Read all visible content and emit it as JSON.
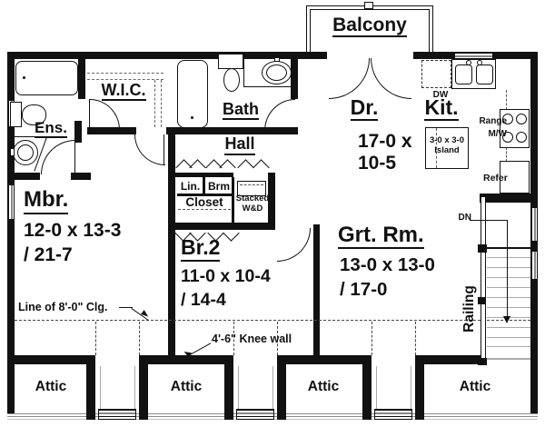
{
  "plan": {
    "rooms": {
      "balcony": {
        "name": "Balcony"
      },
      "wic": {
        "name": "W.I.C."
      },
      "ens": {
        "name": "Ens."
      },
      "bath": {
        "name": "Bath"
      },
      "hall": {
        "name": "Hall"
      },
      "dr": {
        "name": "Dr.",
        "dim_line1": "17-0 x",
        "dim_line2": "10-5"
      },
      "kit": {
        "name": "Kit."
      },
      "mbr": {
        "name": "Mbr.",
        "dim_line1": "12-0 x 13-3",
        "dim_line2": "/ 21-7"
      },
      "br2": {
        "name": "Br.2",
        "dim_line1": "11-0 x 10-4",
        "dim_line2": "/ 14-4"
      },
      "grt_rm": {
        "name": "Grt. Rm.",
        "dim_line1": "13-0 x 13-0",
        "dim_line2": "/ 17-0"
      }
    },
    "attics": [
      "Attic",
      "Attic",
      "Attic",
      "Attic"
    ],
    "closets": {
      "linen": "Lin.",
      "broom": "Brm",
      "closet": "Closet",
      "stacked_wd_line1": "Stacked",
      "stacked_wd_line2": "W&D"
    },
    "kitchen": {
      "dishwasher": "DW",
      "island_dim": "3-0 x 3-0",
      "island": "Island",
      "range": "Range",
      "microwave": "M/W",
      "refrigerator": "Refer"
    },
    "stairs": {
      "down": "DN",
      "railing": "Railing"
    },
    "notes": {
      "ceiling": "Line of 8'-0\" Clg.",
      "knee_wall": "4'-6\" Knee wall"
    },
    "colors": {
      "line": "#111111",
      "background": "#ffffff"
    }
  }
}
